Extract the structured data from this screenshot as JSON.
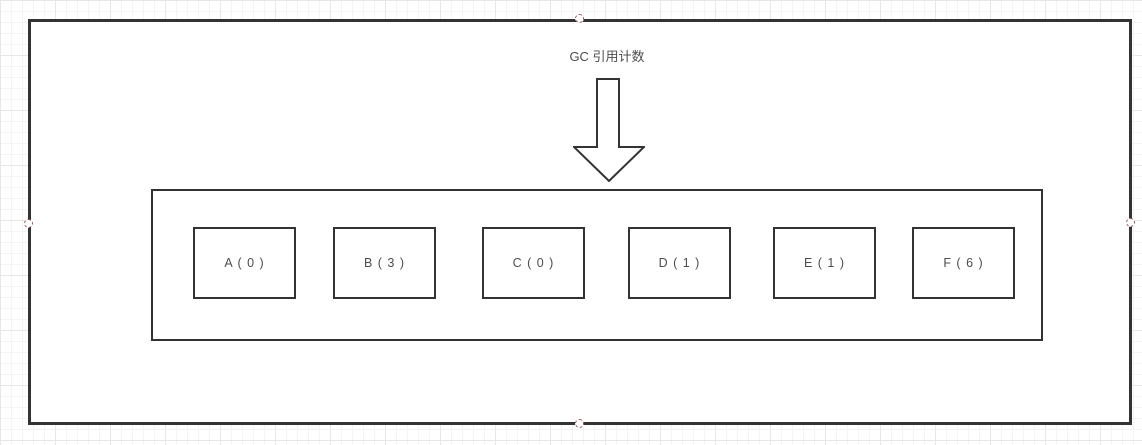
{
  "diagram": {
    "title": "GC 引用计数",
    "arrow": {
      "direction": "down",
      "style": "block-outline"
    },
    "container": {
      "boxes": [
        {
          "label": "A ( 0 )"
        },
        {
          "label": "B ( 3 )"
        },
        {
          "label": "C ( 0 )"
        },
        {
          "label": "D ( 1 )"
        },
        {
          "label": "E ( 1 )"
        },
        {
          "label": "F ( 6 )"
        }
      ]
    },
    "selection_handles": [
      "top",
      "left",
      "right",
      "bottom"
    ],
    "colors": {
      "shape_border": "#333333",
      "shape_fill": "#ffffff",
      "text": "#4d4d4d",
      "handle_border": "#9e5a5a",
      "grid_minor": "#f4f4f4",
      "grid_major": "#e7e7e7",
      "canvas_background": "#ffffff"
    }
  }
}
